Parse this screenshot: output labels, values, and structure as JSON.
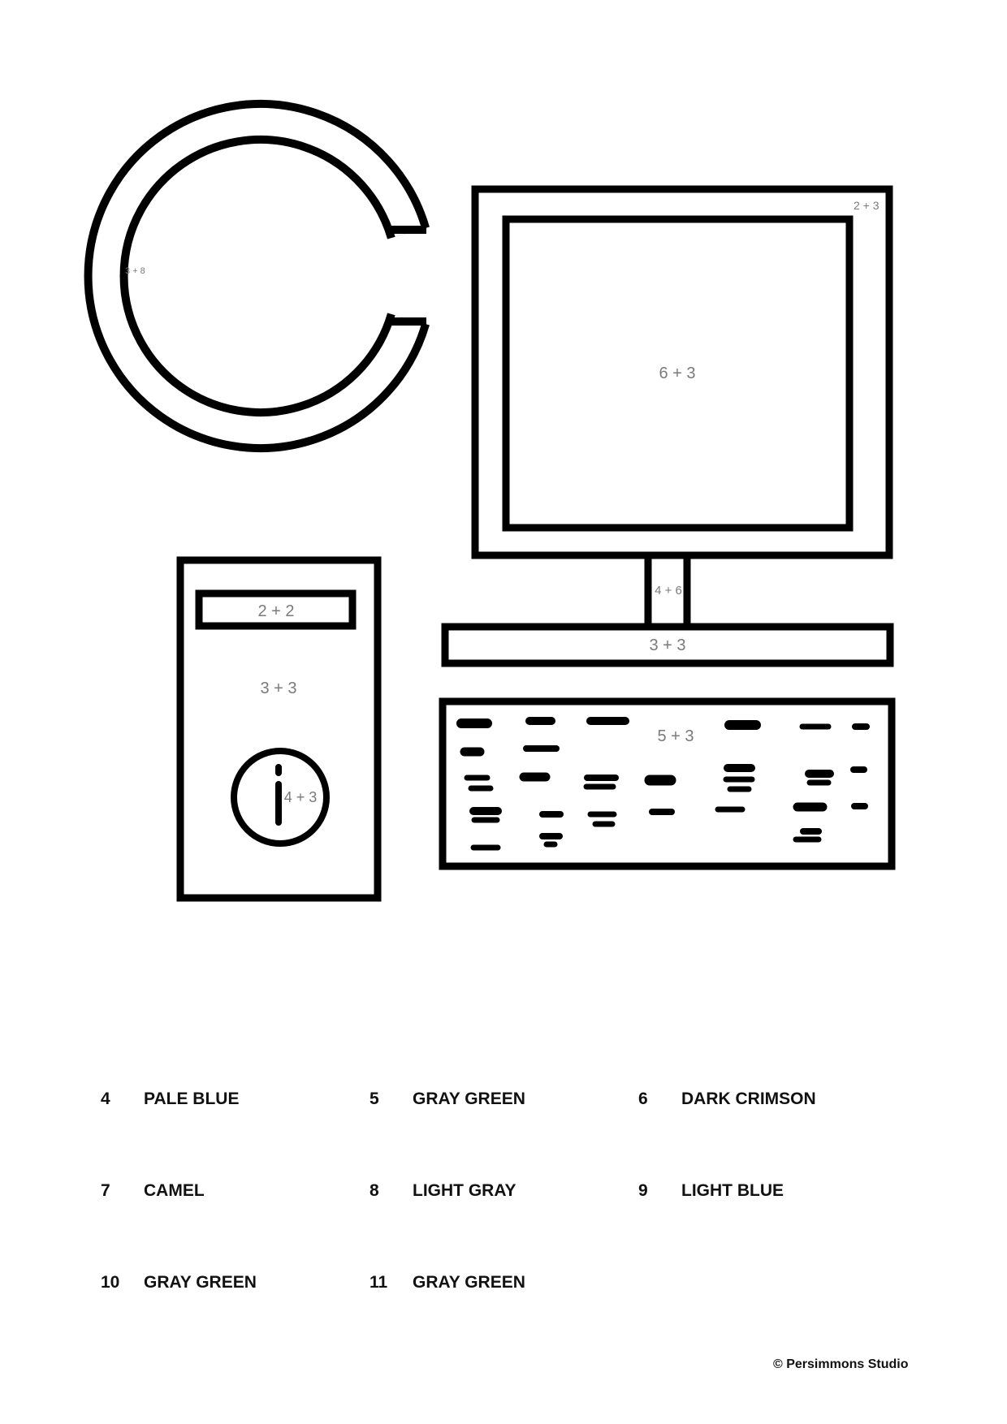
{
  "drawing": {
    "letter_sum": "3 + 8",
    "monitor_frame_sum": "2 + 3",
    "monitor_screen_sum": "6 + 3",
    "monitor_neck_sum": "4 + 6",
    "monitor_base_sum": "3 + 3",
    "tower_drive_sum": "2 + 2",
    "tower_body_sum": "3 + 3",
    "tower_button_sum": "4 + 3",
    "keyboard_sum": "5 + 3"
  },
  "legend": [
    {
      "number": "4",
      "color": "PALE BLUE"
    },
    {
      "number": "5",
      "color": "GRAY GREEN"
    },
    {
      "number": "6",
      "color": "DARK CRIMSON"
    },
    {
      "number": "7",
      "color": "CAMEL"
    },
    {
      "number": "8",
      "color": "LIGHT GRAY"
    },
    {
      "number": "9",
      "color": "LIGHT BLUE"
    },
    {
      "number": "10",
      "color": "GRAY GREEN"
    },
    {
      "number": "11",
      "color": "GRAY GREEN"
    }
  ],
  "footer": {
    "copyright": "© Persimmons Studio"
  }
}
